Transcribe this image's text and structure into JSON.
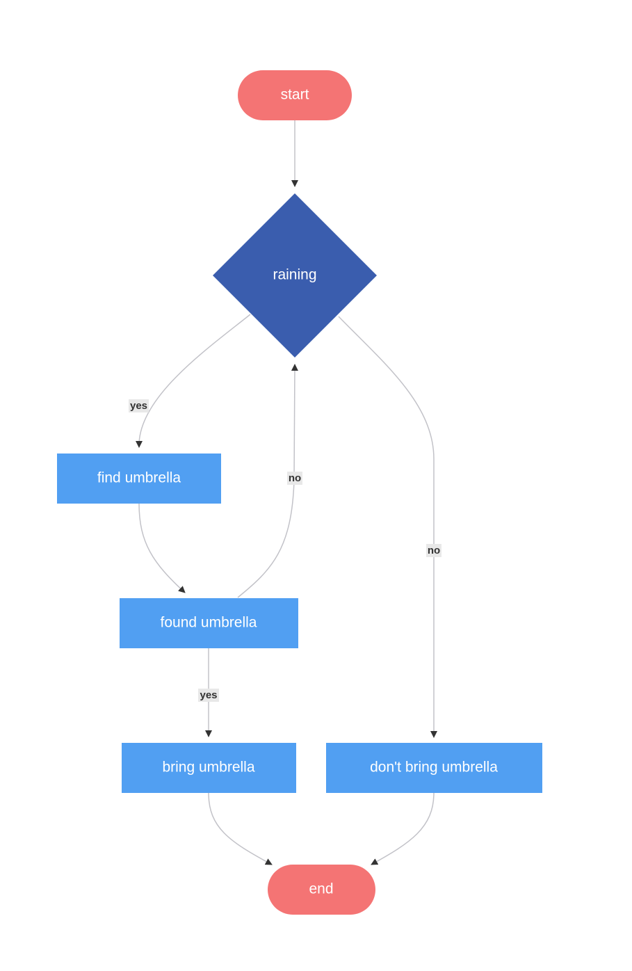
{
  "colors": {
    "terminal": "#f47474",
    "decision": "#3a5dae",
    "process": "#519ff2",
    "edge": "#c2c2c8",
    "arrow": "#333333",
    "label_bg": "#e8e8e8"
  },
  "nodes": {
    "start": {
      "label": "start",
      "shape": "terminal"
    },
    "raining": {
      "label": "raining",
      "shape": "decision"
    },
    "find_umbrella": {
      "label": "find umbrella",
      "shape": "process"
    },
    "found_umbrella": {
      "label": "found umbrella",
      "shape": "process"
    },
    "bring_umbrella": {
      "label": "bring umbrella",
      "shape": "process"
    },
    "dont_bring_umbrella": {
      "label": "don't bring umbrella",
      "shape": "process"
    },
    "end": {
      "label": "end",
      "shape": "terminal"
    }
  },
  "edges": {
    "start_to_raining": {
      "from": "start",
      "to": "raining",
      "label": ""
    },
    "raining_yes": {
      "from": "raining",
      "to": "find umbrella",
      "label": "yes"
    },
    "raining_no": {
      "from": "raining",
      "to": "don't bring umbrella",
      "label": "no"
    },
    "find_to_found": {
      "from": "find umbrella",
      "to": "found umbrella",
      "label": ""
    },
    "found_no": {
      "from": "found umbrella",
      "to": "raining",
      "label": "no"
    },
    "found_yes": {
      "from": "found umbrella",
      "to": "bring umbrella",
      "label": "yes"
    },
    "bring_to_end": {
      "from": "bring umbrella",
      "to": "end",
      "label": ""
    },
    "dont_bring_to_end": {
      "from": "don't bring umbrella",
      "to": "end",
      "label": ""
    }
  }
}
